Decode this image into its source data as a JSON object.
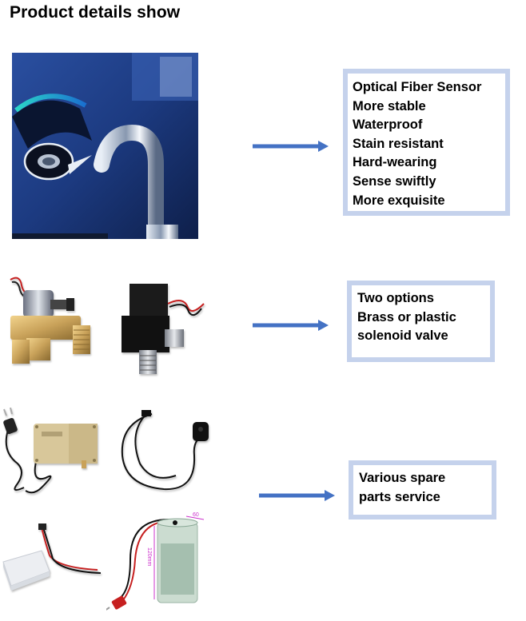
{
  "page_title": "Product details show",
  "section1": {
    "features": [
      "Optical Fiber Sensor",
      "More stable",
      "Waterproof",
      "Stain resistant",
      "Hard-wearing",
      "Sense swiftly",
      "More exquisite"
    ]
  },
  "section2": {
    "lines": [
      "Two options",
      "Brass or plastic",
      "solenoid valve"
    ]
  },
  "section3": {
    "lines": [
      "Various spare",
      "parts service"
    ],
    "dimension_labels": [
      "60",
      "120mm"
    ]
  },
  "colors": {
    "arrow": "#4472c4",
    "box_border": "#c5d2ec",
    "brass": "#c9a25a",
    "faucet_background": "#1f3b7a"
  }
}
